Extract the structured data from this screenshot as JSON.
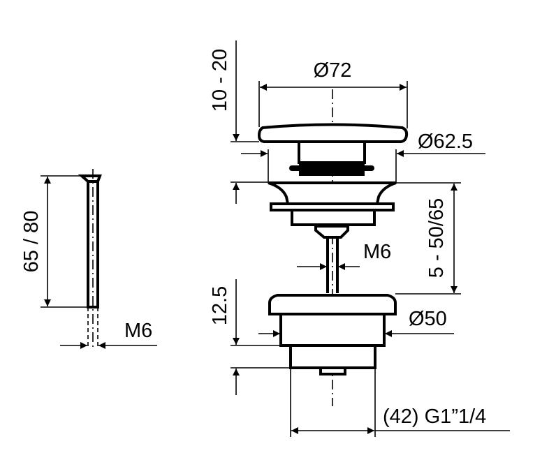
{
  "drawing": {
    "dimensions": {
      "cap_diameter": "Ø72",
      "gap_range": "10 - 20",
      "flange_diameter": "Ø62.5",
      "rod_thread_main": "M6",
      "stroke_range": "5 - 50/65",
      "body_diameter": "Ø50",
      "bottom_height": "12.5",
      "thread_size": "(42) G1”1/4",
      "screw_length": "65 / 80",
      "screw_thread": "M6"
    },
    "colors": {
      "line": "#000000",
      "background": "#ffffff"
    }
  }
}
